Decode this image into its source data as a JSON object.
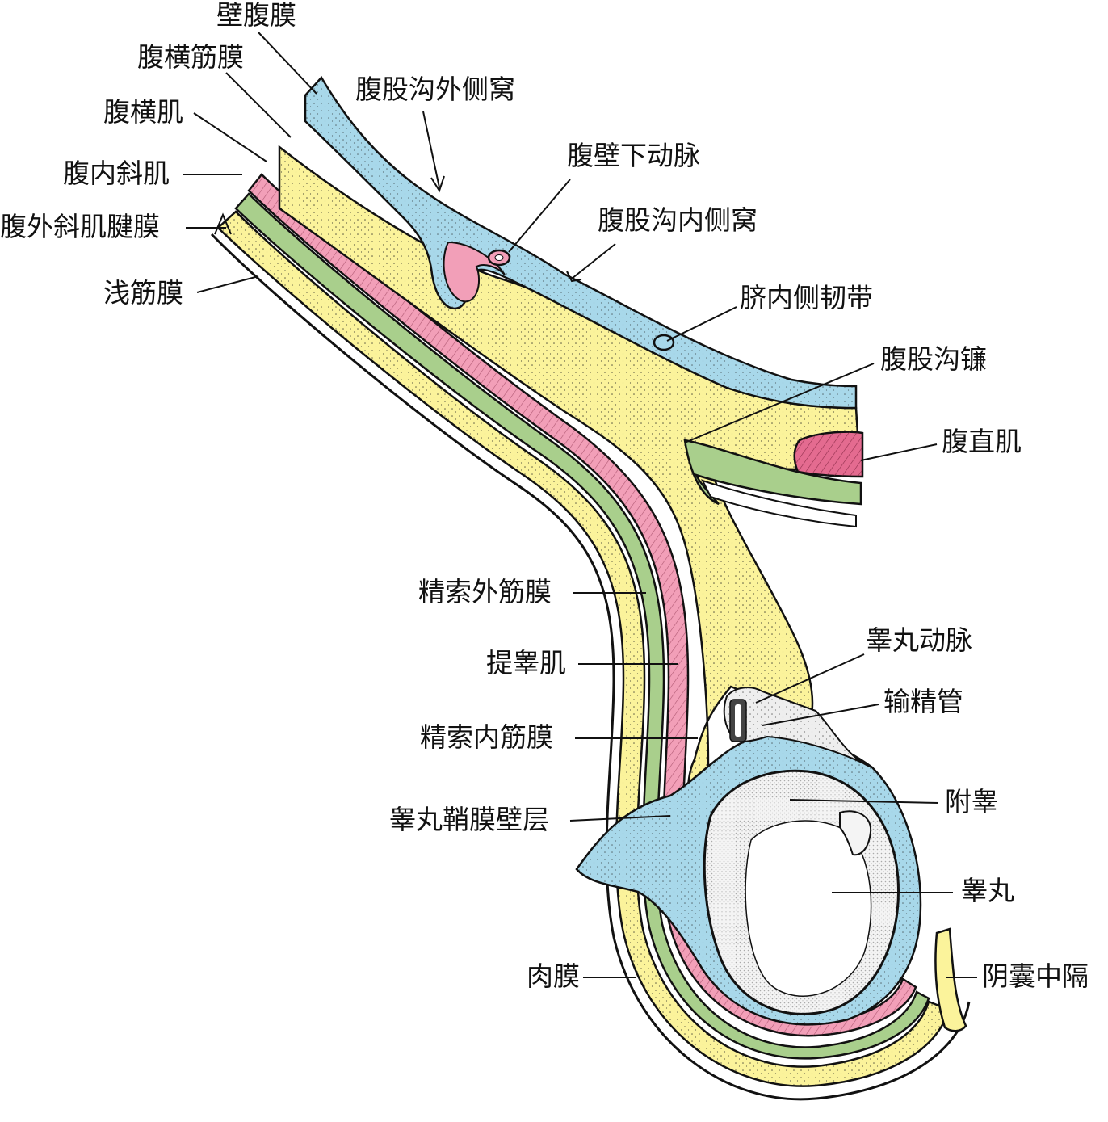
{
  "colors": {
    "peritoneum": "#a8d8ea",
    "fat": "#fbf39b",
    "muscle": "#f29fb8",
    "fascia_green": "#a9cf8c",
    "testis": "#f4f4f4",
    "outline": "#111111"
  },
  "labels": {
    "parietal_peritoneum": "壁腹膜",
    "transversalis_fascia": "腹横筋膜",
    "lateral_inguinal_fossa": "腹股沟外侧窝",
    "transversus_abdominis": "腹横肌",
    "internal_oblique": "腹内斜肌",
    "inferior_epigastric_artery": "腹壁下动脉",
    "external_oblique_aponeurosis": "腹外斜肌腱膜",
    "medial_inguinal_fossa": "腹股沟内侧窝",
    "superficial_fascia": "浅筋膜",
    "medial_umbilical_ligament": "脐内侧韧带",
    "inguinal_falx": "腹股沟镰",
    "rectus_abdominis": "腹直肌",
    "external_spermatic_fascia": "精索外筋膜",
    "testicular_artery": "睾丸动脉",
    "cremaster": "提睾肌",
    "ductus_deferens": "输精管",
    "internal_spermatic_fascia": "精索内筋膜",
    "epididymis": "附睾",
    "tunica_vaginalis_parietal": "睾丸鞘膜壁层",
    "testis": "睾丸",
    "dartos": "肉膜",
    "scrotal_septum": "阴囊中隔"
  }
}
